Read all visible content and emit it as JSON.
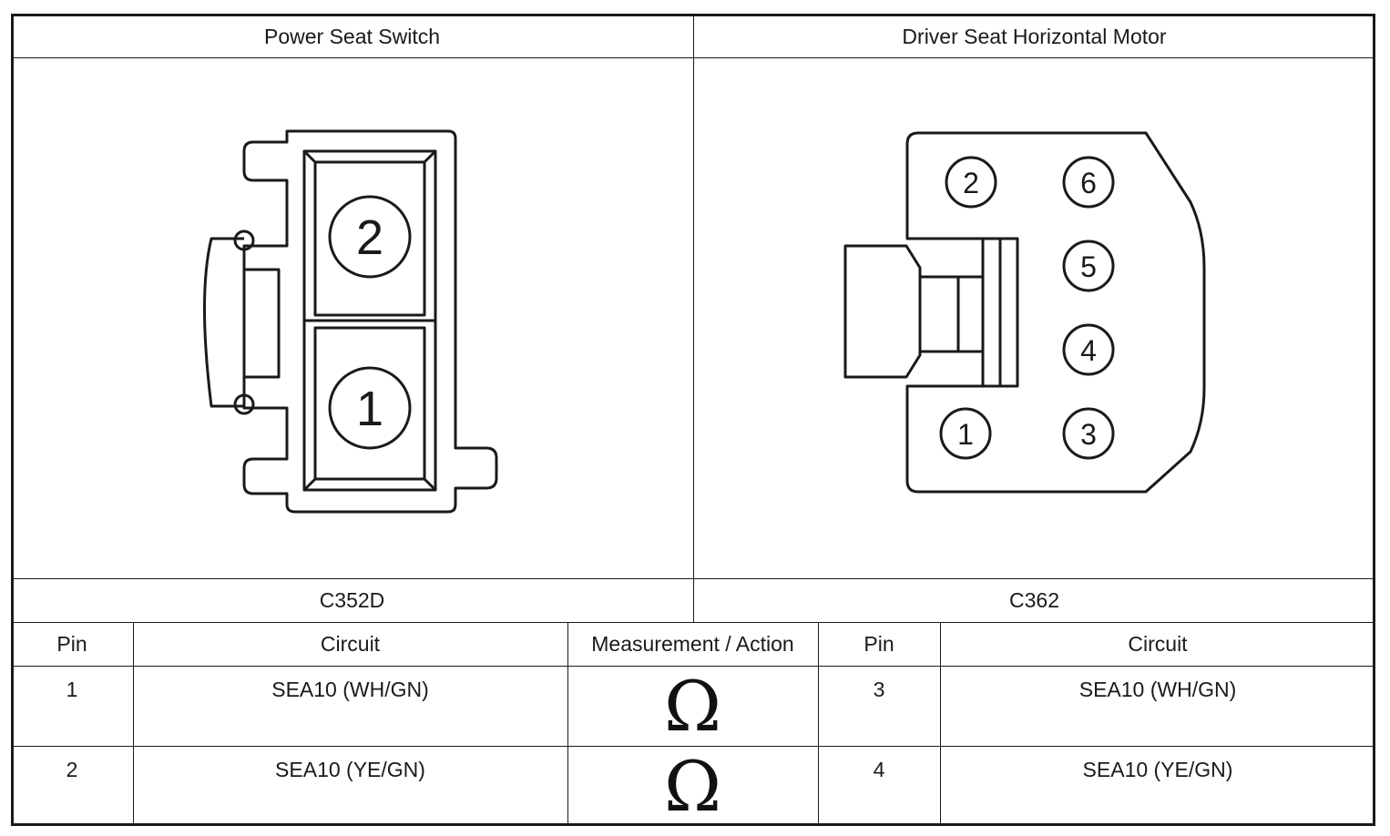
{
  "header": {
    "left_title": "Power Seat Switch",
    "right_title": "Driver Seat Horizontal Motor"
  },
  "connectors": {
    "left": {
      "id": "C352D",
      "pins": [
        "1",
        "2"
      ]
    },
    "right": {
      "id": "C362",
      "pins": [
        "1",
        "2",
        "3",
        "4",
        "5",
        "6"
      ]
    }
  },
  "table": {
    "headers": {
      "pin_left": "Pin",
      "circuit_left": "Circuit",
      "measurement": "Measurement / Action",
      "pin_right": "Pin",
      "circuit_right": "Circuit"
    },
    "rows": [
      {
        "pin_left": "1",
        "circuit_left": "SEA10 (WH/GN)",
        "measurement": "Ω",
        "pin_right": "3",
        "circuit_right": "SEA10 (WH/GN)"
      },
      {
        "pin_left": "2",
        "circuit_left": "SEA10 (YE/GN)",
        "measurement": "Ω",
        "pin_right": "4",
        "circuit_right": "SEA10 (YE/GN)"
      }
    ]
  },
  "measurement_icon": "ohm-symbol"
}
